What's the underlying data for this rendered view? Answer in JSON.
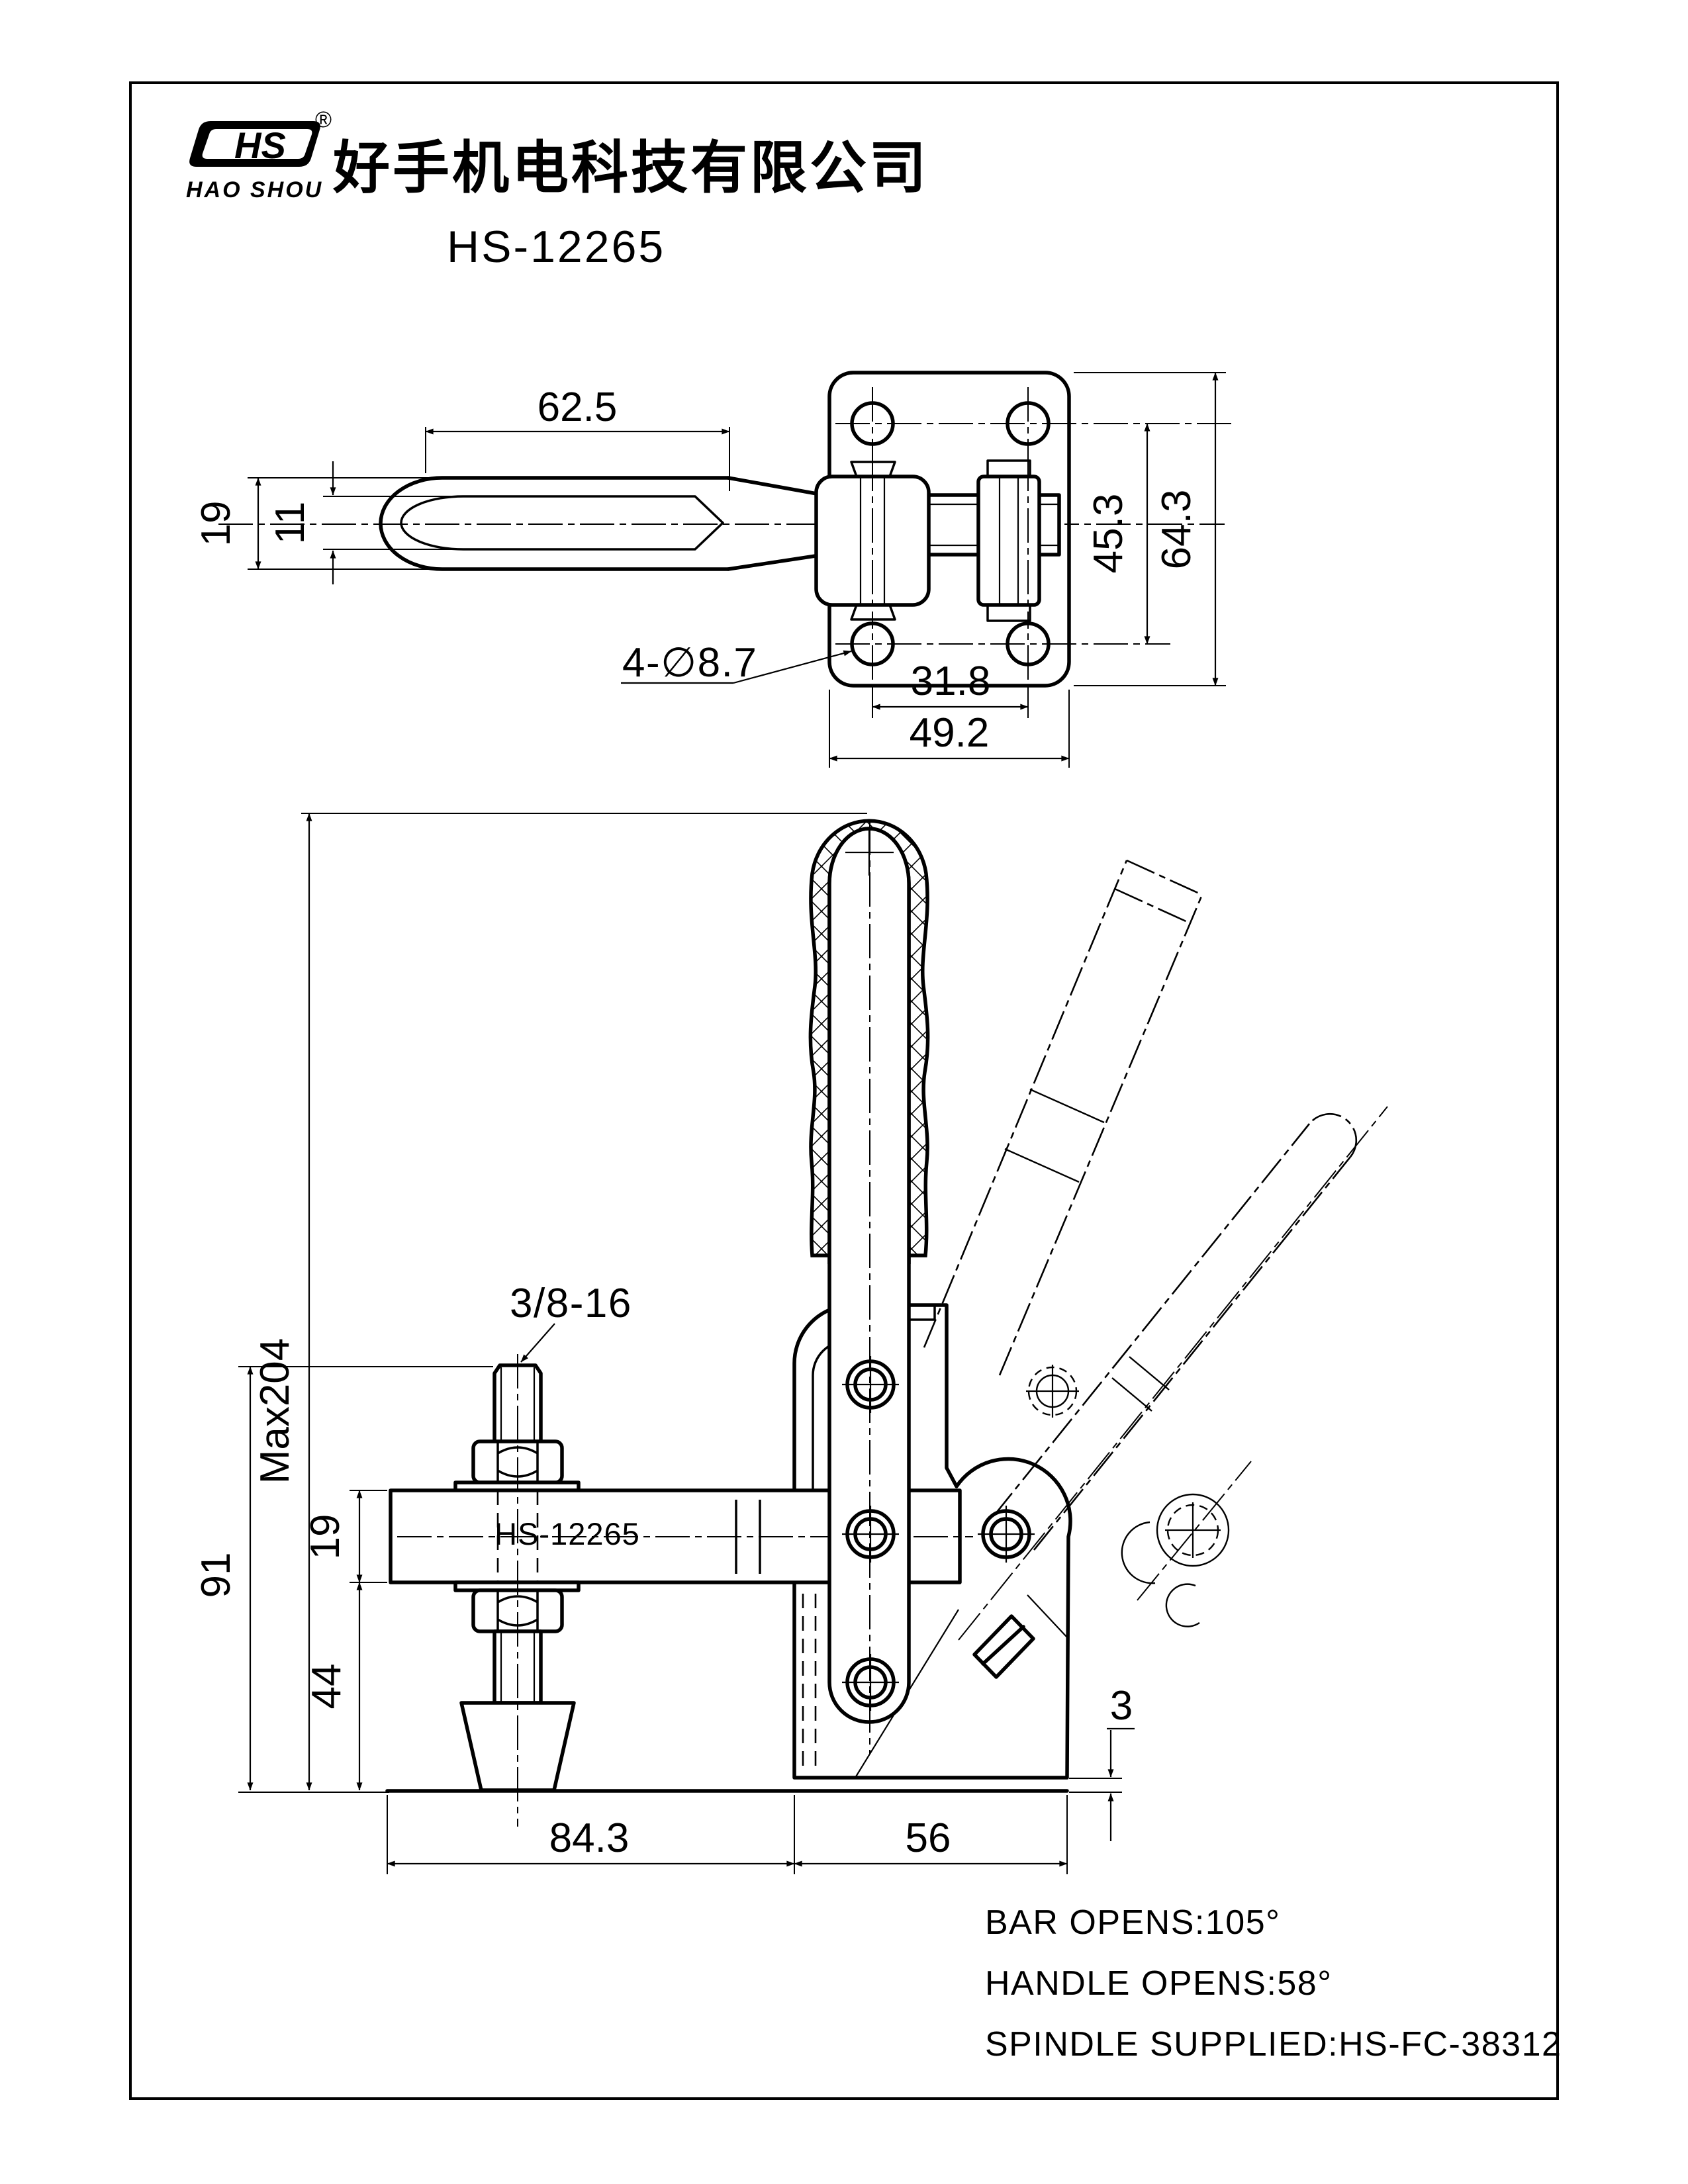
{
  "header": {
    "logo_text": "HS",
    "logo_caption": "HAO SHOU",
    "registered_mark": "®",
    "company_name": "好手机电科技有限公司",
    "model_number": "HS-12265"
  },
  "top_view": {
    "dim_handle_length": "62.5",
    "dim_bar_width": "19",
    "dim_slot_width": "11",
    "dim_hole_rows": "45.3",
    "dim_plate_height": "64.3",
    "label_holes": "4-∅8.7",
    "dim_hole_cols": "31.8",
    "dim_plate_width": "49.2"
  },
  "front_view": {
    "dim_max_height": "Max204",
    "label_thread": "3/8-16",
    "dim_bar_thickness": "19",
    "dim_spindle_height": "91",
    "dim_under_bar": "44",
    "label_part": "HS-12265",
    "dim_base_left": "84.3",
    "dim_base_right": "56",
    "dim_flange": "3"
  },
  "notes": {
    "bar_opens": "BAR OPENS:105°",
    "handle_opens": "HANDLE OPENS:58°",
    "spindle_supplied": "SPINDLE SUPPLIED:HS-FC-38312"
  }
}
